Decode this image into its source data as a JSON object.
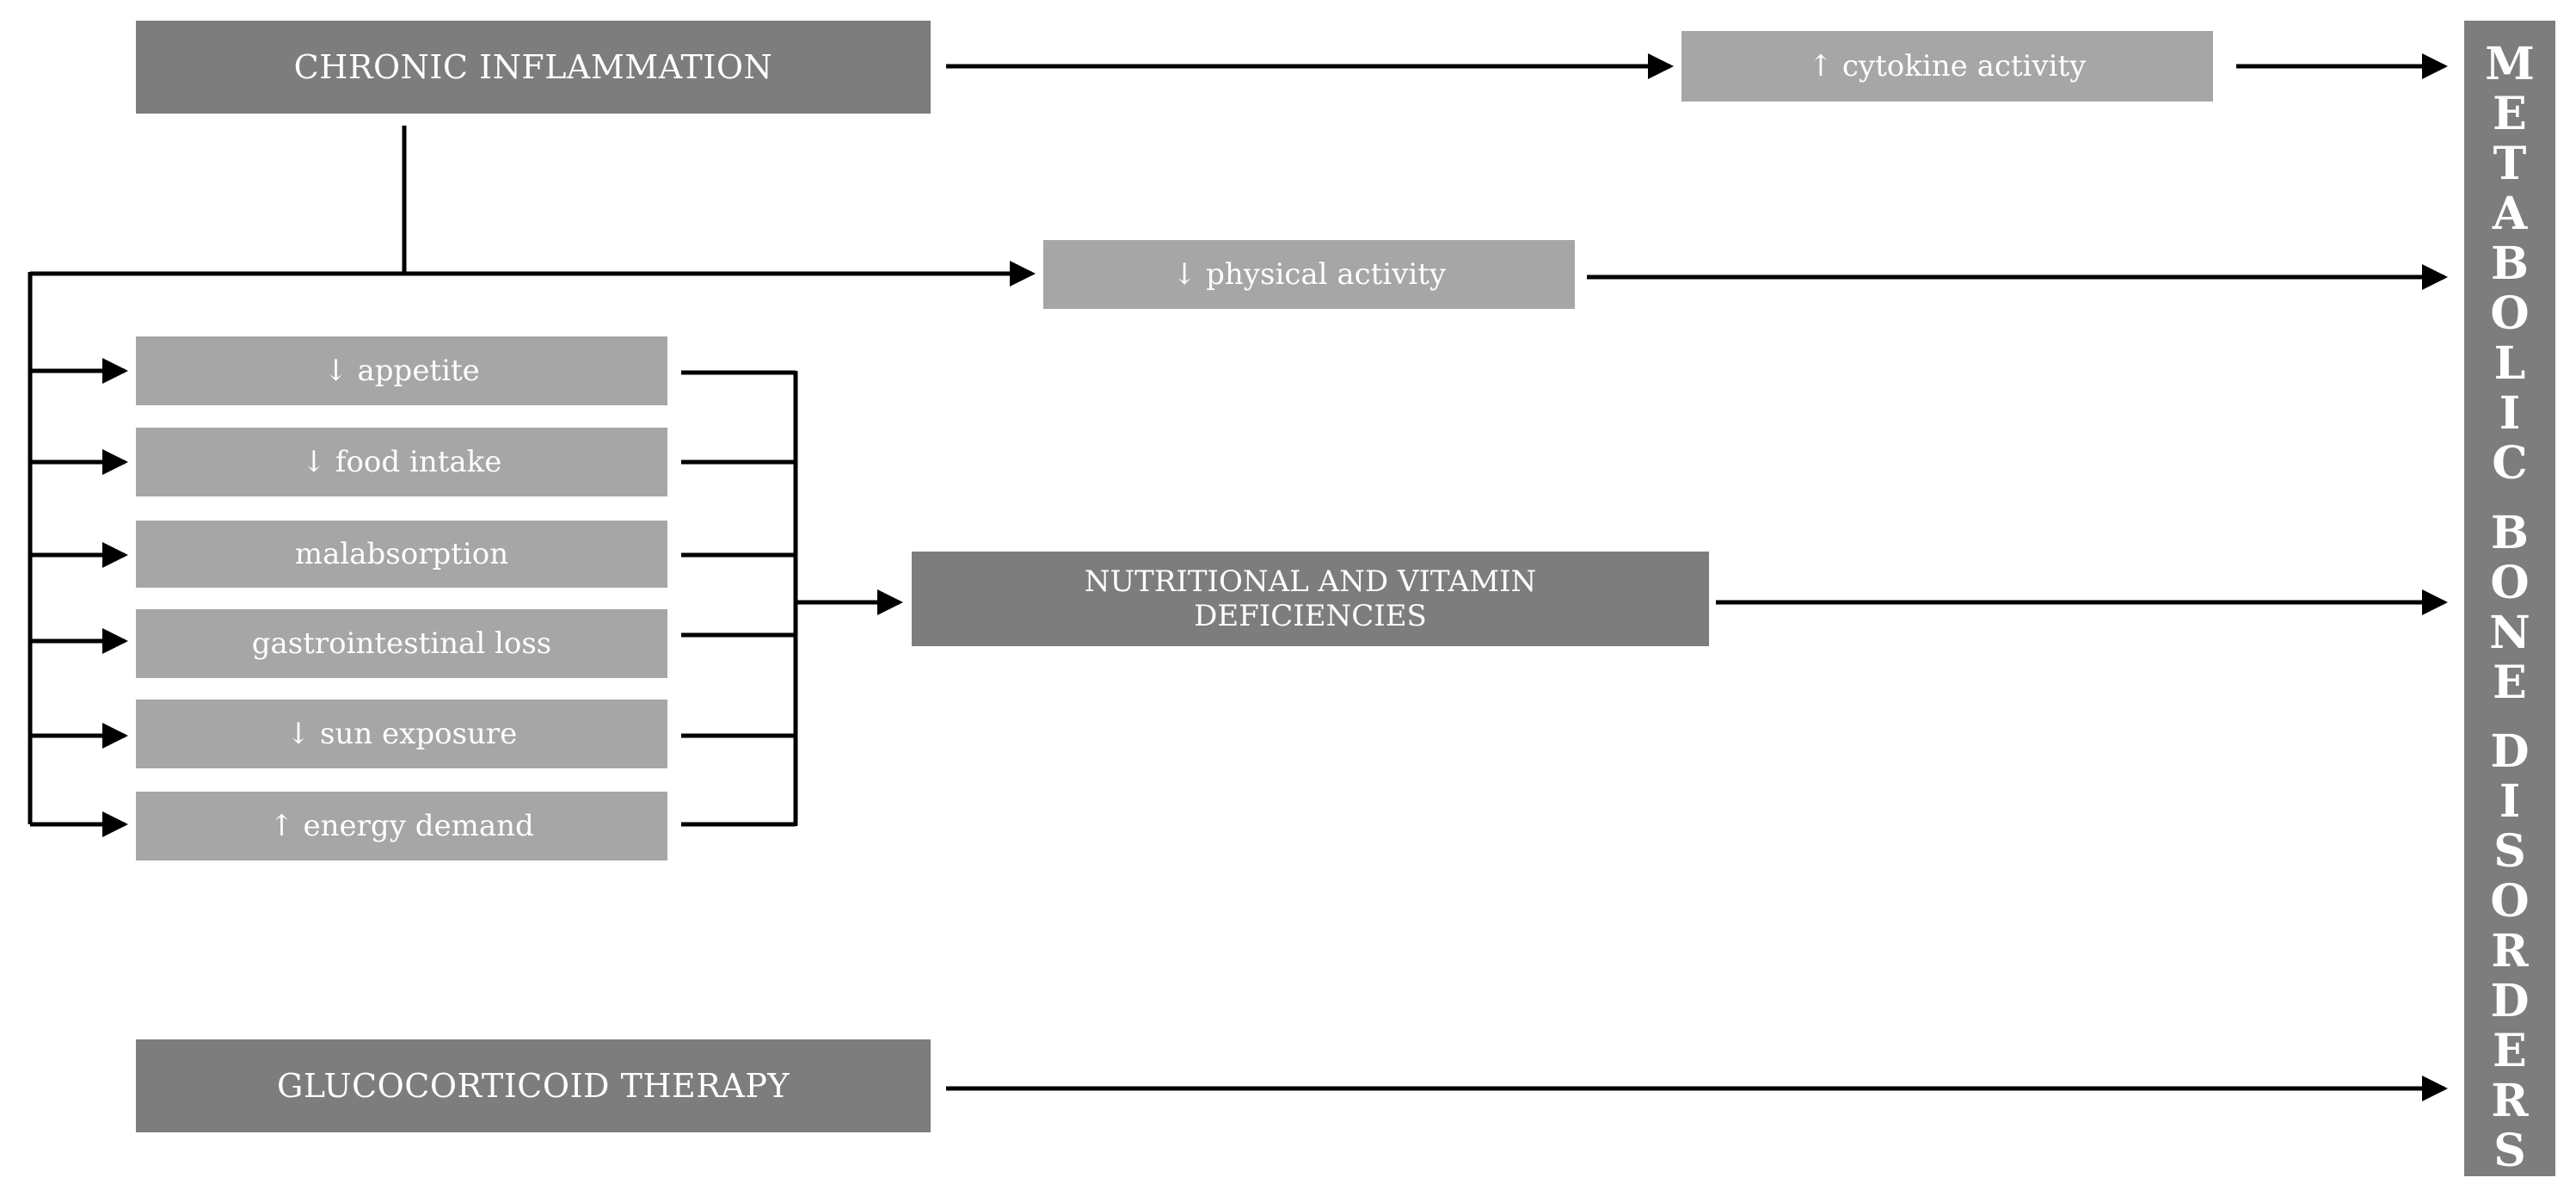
{
  "diagram": {
    "chronic_inflammation": "CHRONIC INFLAMMATION",
    "cytokine_activity": "↑ cytokine activity",
    "physical_activity": "↓ physical activity",
    "factors": [
      "↓ appetite",
      "↓ food intake",
      "malabsorption",
      "gastrointestinal loss",
      "↓ sun exposure",
      "↑ energy demand"
    ],
    "nutritional_deficiencies": "NUTRITIONAL AND VITAMIN DEFICIENCIES",
    "glucocorticoid_therapy": "GLUCOCORTICOID THERAPY",
    "outcome_words": [
      "METABOLIC",
      "BONE",
      "DISORDERS"
    ]
  },
  "colors": {
    "dark_box": "#7d7d7d",
    "light_box": "#a6a6a6",
    "text": "#ffffff",
    "arrows": "#000000"
  }
}
